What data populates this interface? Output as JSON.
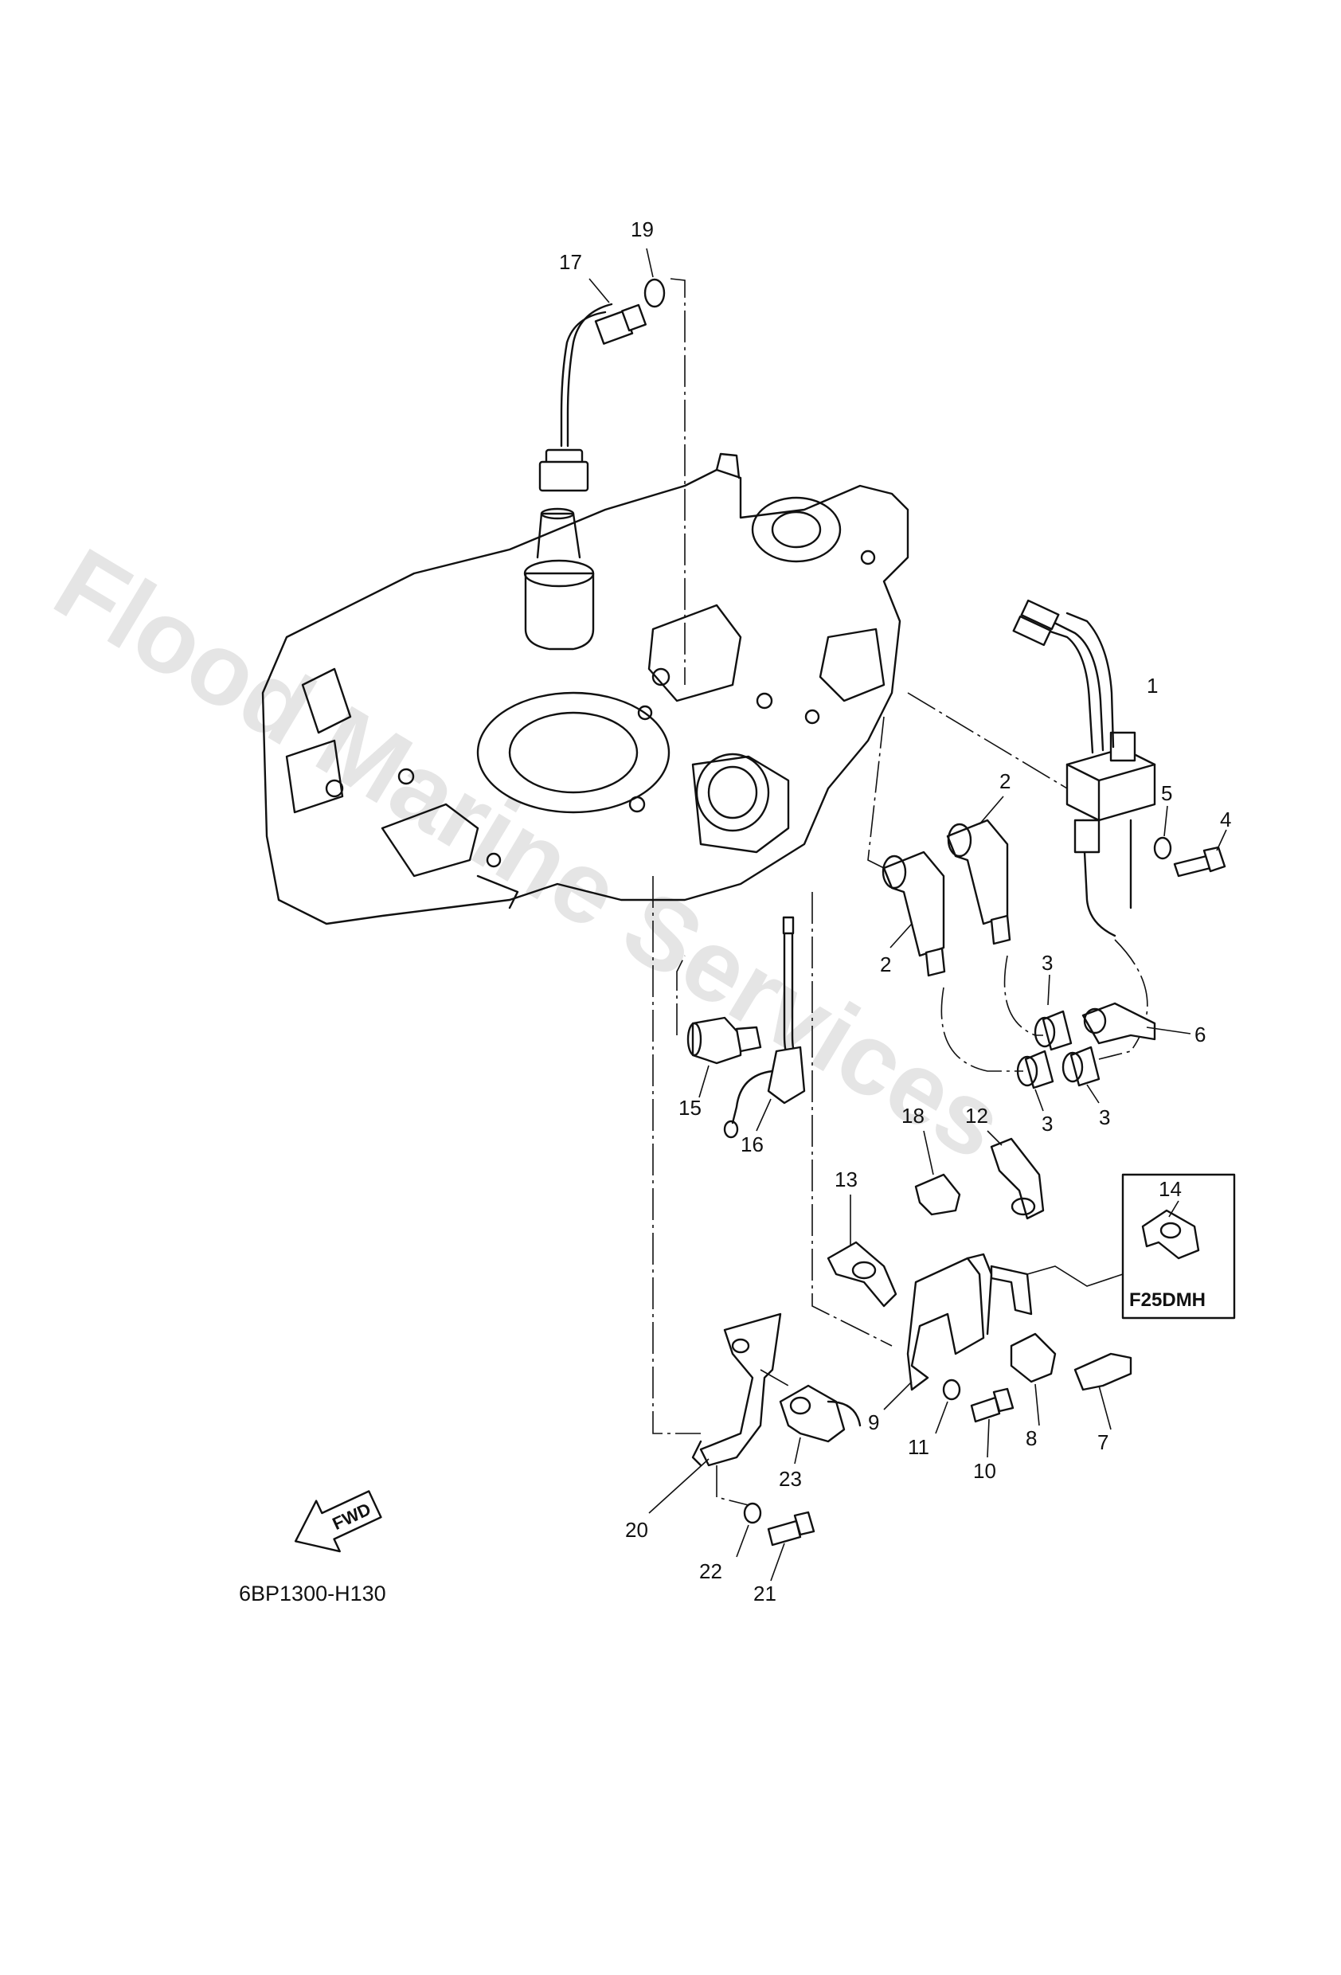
{
  "diagram": {
    "watermark": "Flood Marine Services",
    "drawing_code": "6BP1300-H130",
    "fwd_label": "FWD",
    "inset_box_label": "F25DMH",
    "callouts": {
      "c1": "1",
      "c2a": "2",
      "c2b": "2",
      "c3a": "3",
      "c3b": "3",
      "c3c": "3",
      "c4": "4",
      "c5": "5",
      "c6": "6",
      "c7": "7",
      "c8": "8",
      "c9": "9",
      "c10": "10",
      "c11": "11",
      "c12": "12",
      "c13": "13",
      "c14": "14",
      "c15": "15",
      "c16": "16",
      "c17": "17",
      "c18": "18",
      "c19": "19",
      "c20": "20",
      "c21": "21",
      "c22": "22",
      "c23": "23"
    }
  }
}
